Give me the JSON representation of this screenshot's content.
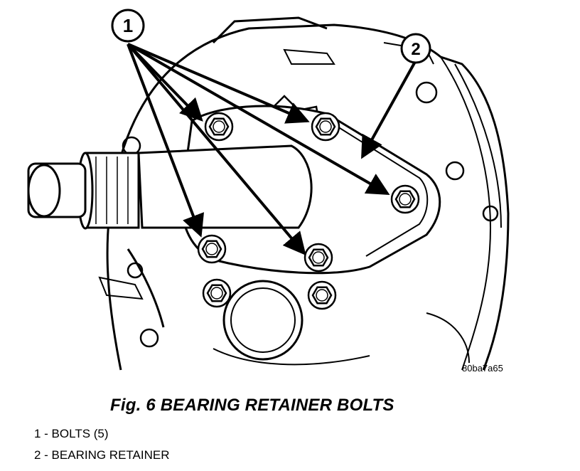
{
  "figure": {
    "code": "80ba7a65",
    "caption": "Fig. 6 BEARING RETAINER BOLTS"
  },
  "callouts": [
    {
      "number": "1"
    },
    {
      "number": "2"
    }
  ],
  "legend": [
    {
      "text": "1 - BOLTS (5)"
    },
    {
      "text": "2 - BEARING RETAINER"
    }
  ]
}
